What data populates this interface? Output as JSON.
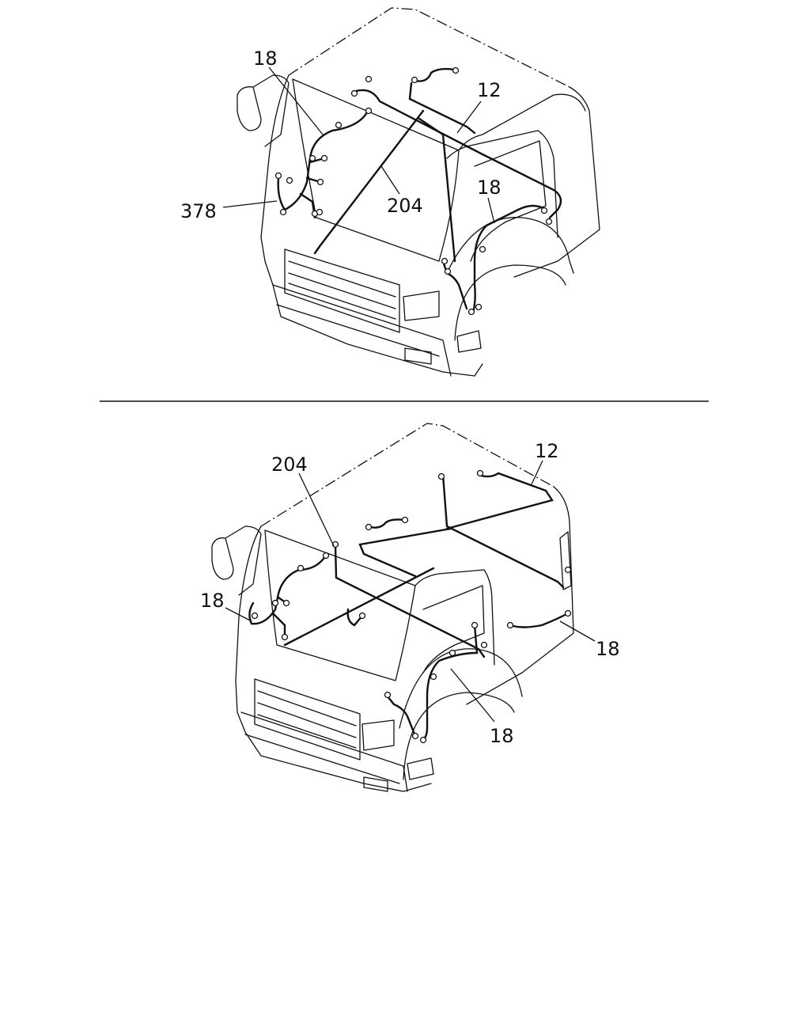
{
  "diagram": {
    "views": [
      {
        "id": "upper",
        "callouts": [
          {
            "label": "18"
          },
          {
            "label": "12"
          },
          {
            "label": "204"
          },
          {
            "label": "378"
          },
          {
            "label": "18"
          }
        ]
      },
      {
        "id": "lower",
        "callouts": [
          {
            "label": "204"
          },
          {
            "label": "12"
          },
          {
            "label": "18"
          },
          {
            "label": "18"
          },
          {
            "label": "18"
          }
        ]
      }
    ]
  },
  "colors": {
    "ink": "#111111",
    "paper": "#ffffff"
  }
}
